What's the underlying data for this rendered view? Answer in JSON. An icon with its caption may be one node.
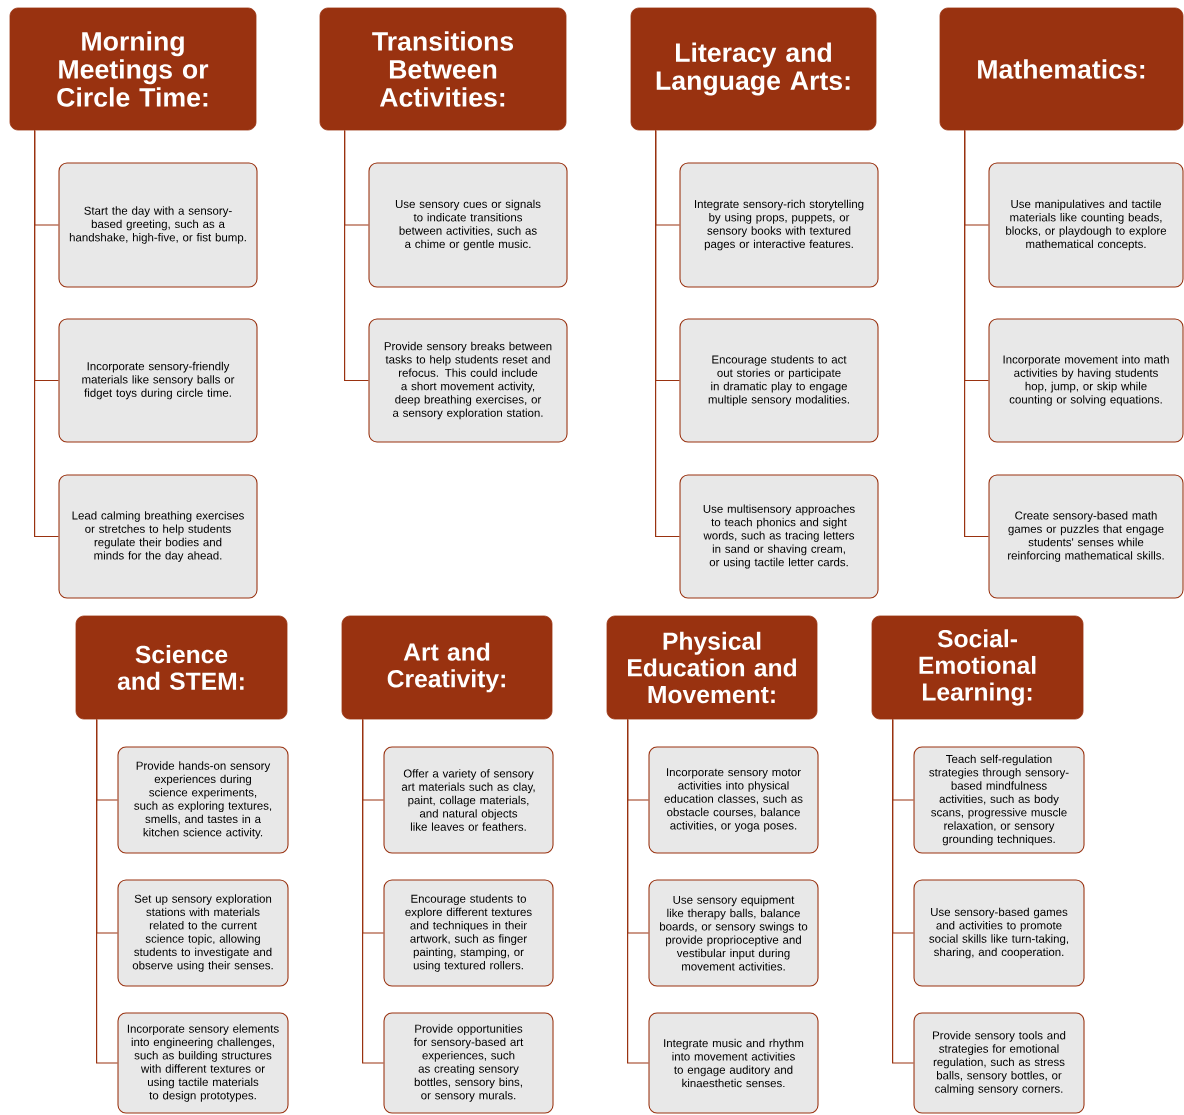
{
  "diagram": {
    "nodes": [
      {
        "text": [
          "Morning Meetings or Circle Time:"
        ]
      },
      {
        "text": [
          "Start the day with a sensory-based greeting, such as a handshake, high-five, or fist bump."
        ]
      },
      {
        "text": [
          "Incorporate sensory-friendly materials like sensory balls or fidget toys during circle time."
        ]
      },
      {
        "text": [
          "Lead calming breathing exercises or stretches to help students regulate their bodies and minds for the day ahead."
        ]
      },
      {
        "text": [
          "Transitions Between Activities:"
        ]
      },
      {
        "text": [
          "Use sensory cues or signals to indicate transitions between activities, such as a chime or gentle music."
        ]
      },
      {
        "text": [
          "Provide sensory breaks between tasks to help students reset and refocus. This could include a short movement activity, deep breathing exercises, or a sensory exploration station."
        ]
      },
      {
        "text": [
          "Literacy and Language Arts:"
        ]
      },
      {
        "text": [
          "Integrate sensory-rich storytelling by using props, puppets, or sensory books with textured pages or interactive features."
        ]
      },
      {
        "text": [
          "Encourage students to act out stories or participate in dramatic play to engage multiple sensory modalities."
        ]
      },
      {
        "text": [
          "Use multisensory approaches to teach phonics and sight words, such as tracing letters in sand or shaving cream, or using tactile letter cards."
        ]
      },
      {
        "text": [
          "Mathematics:"
        ]
      },
      {
        "text": [
          "Use manipulatives and tactile materials like counting beads, blocks, or playdough to explore mathematical concepts."
        ]
      },
      {
        "text": [
          "Incorporate movement into math activities by having students hop, jump, or skip while counting or solving equations."
        ]
      },
      {
        "text": [
          "Create sensory-based math games or puzzles that engage students' senses while reinforcing mathematical skills."
        ]
      },
      {
        "text": [
          "Science and STEM:"
        ]
      },
      {
        "text": [
          "Provide hands-on sensory experiences during science experiments, such as exploring textures, smells, and tastes in a kitchen science activity."
        ]
      },
      {
        "text": [
          "Set up sensory exploration stations with materials related to the current science topic, allowing students to investigate and observe using their senses."
        ]
      },
      {
        "text": [
          "Incorporate sensory elements into engineering challenges, such as building structures with different textures or using tactile materials to design prototypes."
        ]
      },
      {
        "text": [
          "Art and Creativity:"
        ]
      },
      {
        "text": [
          "Offer a variety of sensory art materials such as clay, paint, collage materials, and natural objects like leaves or feathers."
        ]
      },
      {
        "text": [
          "Encourage students to explore different textures and techniques in their artwork, such as finger painting, stamping, or using textured rollers."
        ]
      },
      {
        "text": [
          "Provide opportunities for sensory-based art experiences, such as creating sensory bottles, sensory bins, or sensory murals."
        ]
      },
      {
        "text": [
          "Physical Education and Movement:"
        ]
      },
      {
        "text": [
          "Incorporate sensory motor activities into physical education classes, such as obstacle courses, balance activities, or yoga poses."
        ]
      },
      {
        "text": [
          "Use sensory equipment like therapy balls, balance boards, or sensory swings to provide proprioceptive and vestibular input during movement activities."
        ]
      },
      {
        "text": [
          "Integrate music and rhythm into movement activities to engage auditory and kinaesthetic senses."
        ]
      },
      {
        "text": [
          "Social-Emotional Learning:"
        ]
      },
      {
        "text": [
          "Teach self-regulation strategies through sensory-based mindfulness activities, such as body scans, progressive muscle relaxation, or sensory grounding techniques."
        ]
      },
      {
        "text": [
          "Use sensory-based games and activities to promote social skills like turn-taking, sharing, and cooperation."
        ]
      },
      {
        "text": [
          "Provide sensory tools and strategies for emotional regulation, such as stress balls, sensory bottles, or calming sensory corners."
        ]
      }
    ],
    "edges": [
      {
        "from": 0,
        "to": 1,
        "arrow": "none"
      },
      {
        "from": 0,
        "to": 2,
        "arrow": "none"
      },
      {
        "from": 0,
        "to": 3,
        "arrow": "none"
      },
      {
        "from": 4,
        "to": 5,
        "arrow": "none"
      },
      {
        "from": 4,
        "to": 6,
        "arrow": "none"
      },
      {
        "from": 7,
        "to": 8,
        "arrow": "none"
      },
      {
        "from": 7,
        "to": 9,
        "arrow": "none"
      },
      {
        "from": 7,
        "to": 10,
        "arrow": "none"
      },
      {
        "from": 11,
        "to": 12,
        "arrow": "none"
      },
      {
        "from": 11,
        "to": 13,
        "arrow": "none"
      },
      {
        "from": 11,
        "to": 14,
        "arrow": "none"
      },
      {
        "from": 15,
        "to": 16,
        "arrow": "none"
      },
      {
        "from": 15,
        "to": 17,
        "arrow": "none"
      },
      {
        "from": 15,
        "to": 18,
        "arrow": "none"
      },
      {
        "from": 19,
        "to": 20,
        "arrow": "none"
      },
      {
        "from": 19,
        "to": 21,
        "arrow": "none"
      },
      {
        "from": 19,
        "to": 22,
        "arrow": "none"
      },
      {
        "from": 23,
        "to": 24,
        "arrow": "none"
      },
      {
        "from": 23,
        "to": 25,
        "arrow": "none"
      },
      {
        "from": 23,
        "to": 26,
        "arrow": "none"
      },
      {
        "from": 27,
        "to": 28,
        "arrow": "none"
      },
      {
        "from": 27,
        "to": 29,
        "arrow": "none"
      },
      {
        "from": 27,
        "to": 30,
        "arrow": "none"
      }
    ]
  }
}
